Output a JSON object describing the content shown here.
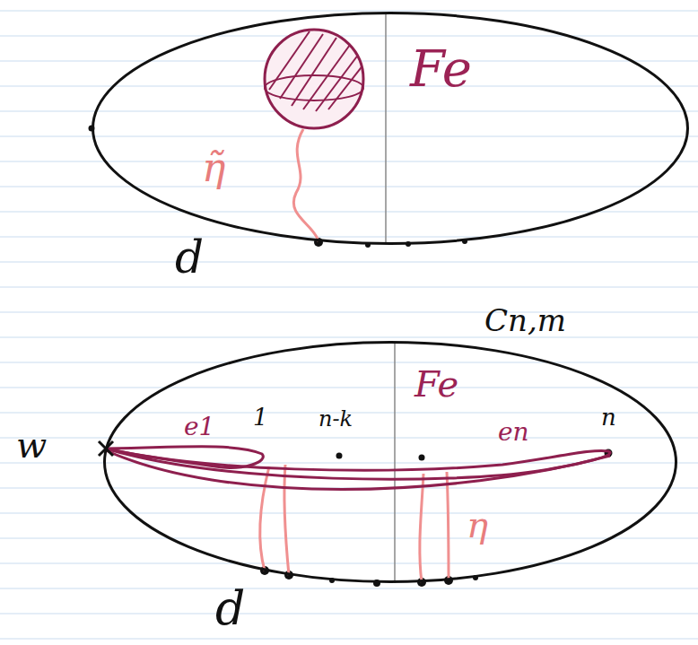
{
  "diagram": {
    "nodes": [
      {
        "text": [
          "Fe"
        ]
      },
      {
        "text": [
          "Cn,m",
          "Fe"
        ]
      }
    ],
    "labels": [
      "η̃",
      "d",
      "w",
      "e1",
      "1",
      "n-k",
      "en",
      "n",
      "η",
      "d"
    ]
  }
}
